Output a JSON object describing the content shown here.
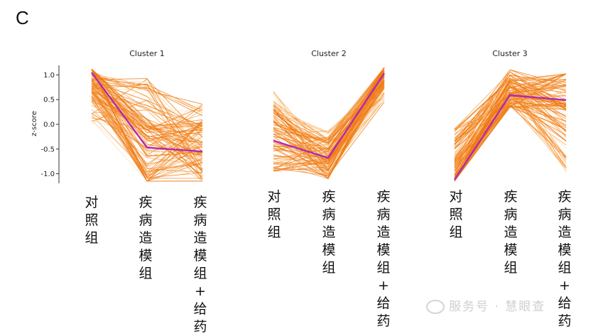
{
  "panel_letter": "C",
  "watermark_text": "服务号 · 慧眼查",
  "colors": {
    "profile_light": "#fbe0b8",
    "profile_mid": "#f9a85a",
    "profile_dark": "#f07a12",
    "centroid": "#b02ab0",
    "axis": "#333333"
  },
  "chart_data": [
    {
      "type": "line",
      "title": "Cluster 1",
      "ylabel": "z-score",
      "ylim": [
        -1.15,
        1.15
      ],
      "yticks": [
        "1.0",
        "0.5",
        "0.0",
        "-0.5",
        "-1.0"
      ],
      "categories": [
        "对照组",
        "疾病造模组",
        "疾病造模组+给药"
      ],
      "centroid": [
        1.05,
        -0.47,
        -0.55
      ],
      "envelope_min": [
        0.0,
        -1.15,
        -1.15
      ],
      "envelope_max": [
        1.12,
        0.98,
        0.42
      ],
      "show_y_axis": true
    },
    {
      "type": "line",
      "title": "Cluster 2",
      "ylabel": "",
      "ylim": [
        -1.15,
        1.15
      ],
      "yticks": [],
      "categories": [
        "对照组",
        "疾病造模组",
        "疾病造模组+给药"
      ],
      "centroid": [
        -0.33,
        -0.68,
        1.03
      ],
      "envelope_min": [
        -0.95,
        -1.1,
        0.45
      ],
      "envelope_max": [
        0.68,
        -0.12,
        1.15
      ],
      "show_y_axis": false
    },
    {
      "type": "line",
      "title": "Cluster 3",
      "ylabel": "",
      "ylim": [
        -1.15,
        1.15
      ],
      "yticks": [],
      "categories": [
        "对照组",
        "疾病造模组",
        "疾病造模组+给药"
      ],
      "centroid": [
        -1.12,
        0.59,
        0.49
      ],
      "envelope_min": [
        -1.15,
        0.35,
        -0.95
      ],
      "envelope_max": [
        -0.05,
        1.13,
        1.02
      ],
      "show_y_axis": false
    }
  ]
}
